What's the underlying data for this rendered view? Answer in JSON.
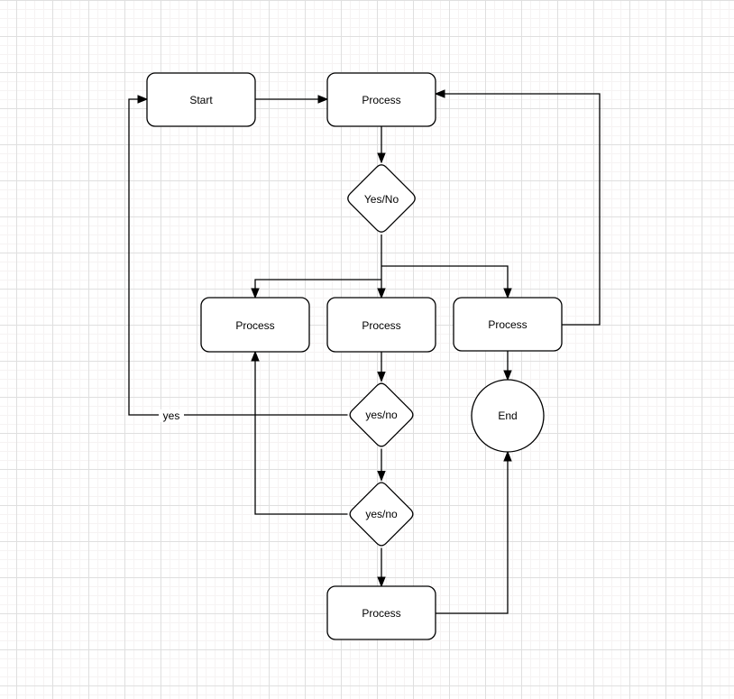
{
  "diagram": {
    "nodes": [
      {
        "id": "start",
        "label": "Start",
        "shape": "rounded-rectangle"
      },
      {
        "id": "process-top",
        "label": "Process",
        "shape": "rounded-rectangle"
      },
      {
        "id": "decision-main",
        "label": "Yes/No",
        "shape": "diamond"
      },
      {
        "id": "process-left",
        "label": "Process",
        "shape": "rounded-rectangle"
      },
      {
        "id": "process-middle",
        "label": "Process",
        "shape": "rounded-rectangle"
      },
      {
        "id": "process-right",
        "label": "Process",
        "shape": "rounded-rectangle"
      },
      {
        "id": "decision-1",
        "label": "yes/no",
        "shape": "diamond"
      },
      {
        "id": "decision-2",
        "label": "yes/no",
        "shape": "diamond"
      },
      {
        "id": "process-bottom",
        "label": "Process",
        "shape": "rounded-rectangle"
      },
      {
        "id": "end",
        "label": "End",
        "shape": "circle"
      }
    ],
    "edges": [
      {
        "from": "start",
        "to": "process-top"
      },
      {
        "from": "process-top",
        "to": "decision-main"
      },
      {
        "from": "decision-main",
        "to": "process-middle"
      },
      {
        "from": "decision-main",
        "to": "process-right"
      },
      {
        "from": "decision-main",
        "to": "process-left"
      },
      {
        "from": "process-right",
        "to": "process-top"
      },
      {
        "from": "process-middle",
        "to": "decision-1"
      },
      {
        "from": "decision-1",
        "to": "decision-2"
      },
      {
        "from": "decision-1",
        "to": "start",
        "label": "yes"
      },
      {
        "from": "decision-2",
        "to": "process-left"
      },
      {
        "from": "decision-2",
        "to": "process-bottom"
      },
      {
        "from": "process-bottom",
        "to": "end"
      },
      {
        "from": "process-right",
        "to": "end"
      }
    ],
    "colors": {
      "node_fill": "#ffffff",
      "stroke": "#000000",
      "grid_minor": "#f6f3f3",
      "grid_major": "#dfdfdf",
      "canvas_background": "#ffffff"
    }
  }
}
